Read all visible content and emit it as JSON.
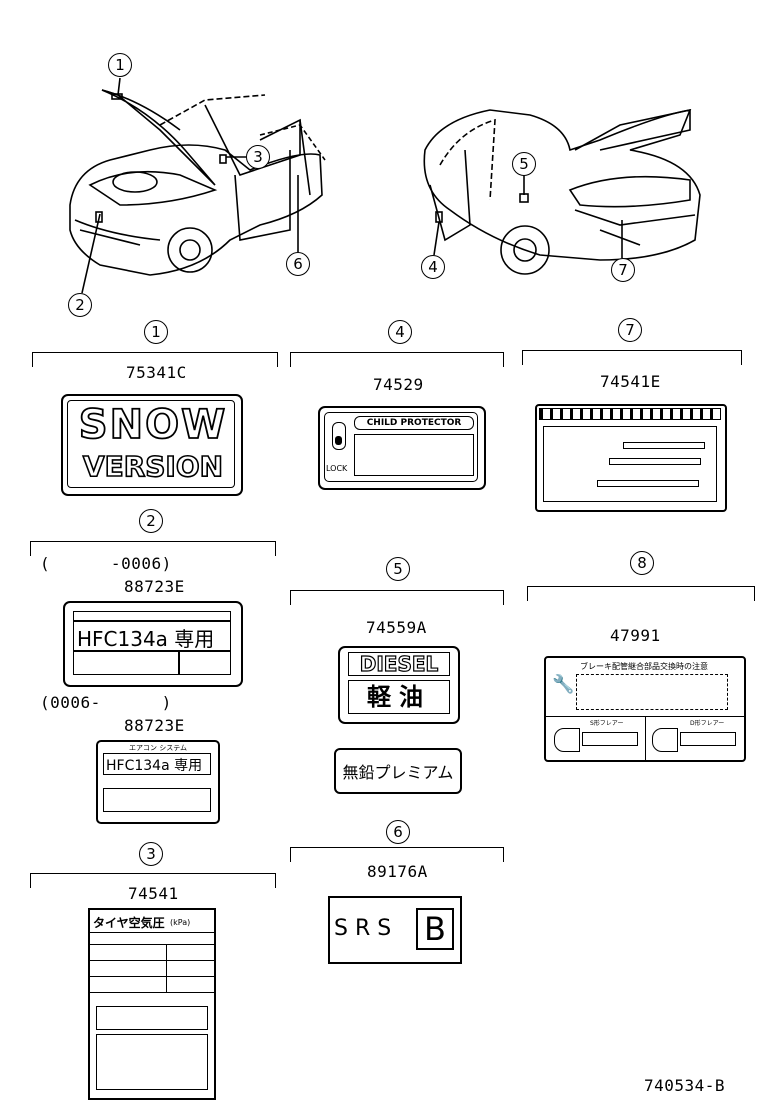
{
  "callouts": {
    "c1": "1",
    "c2": "2",
    "c3": "3",
    "c4": "4",
    "c5": "5",
    "c6": "6",
    "c7": "7",
    "c8": "8"
  },
  "parts": {
    "p1": "75341C",
    "p2a": "88723E",
    "p2b": "88723E",
    "p3": "74541",
    "p4": "74529",
    "p5": "74559A",
    "p6": "89176A",
    "p7": "74541E",
    "p8": "47991"
  },
  "ranges": {
    "r1": "(      -0006)",
    "r2": "(0006-      )"
  },
  "labels": {
    "snow_l1": "SNOW",
    "snow_l2": "VERSION",
    "hfc_main": "HFC134a 専用",
    "hfc_small_top": "エアコン システム",
    "hfc_small": "HFC134a 専用",
    "tire": "タイヤ空気圧",
    "tire_unit": "(kPa)",
    "child": "CHILD PROTECTOR",
    "lock": "LOCK",
    "diesel": "DIESEL",
    "keiyu": "軽油",
    "premium": "無鉛プレミアム",
    "srs": "S R S",
    "srs_b": "B",
    "brake": "ブレーキ配管継合部品交換時の注意",
    "flare1": "S形フレアー",
    "flare2": "D形フレアー"
  },
  "figure_id": "740534-B"
}
